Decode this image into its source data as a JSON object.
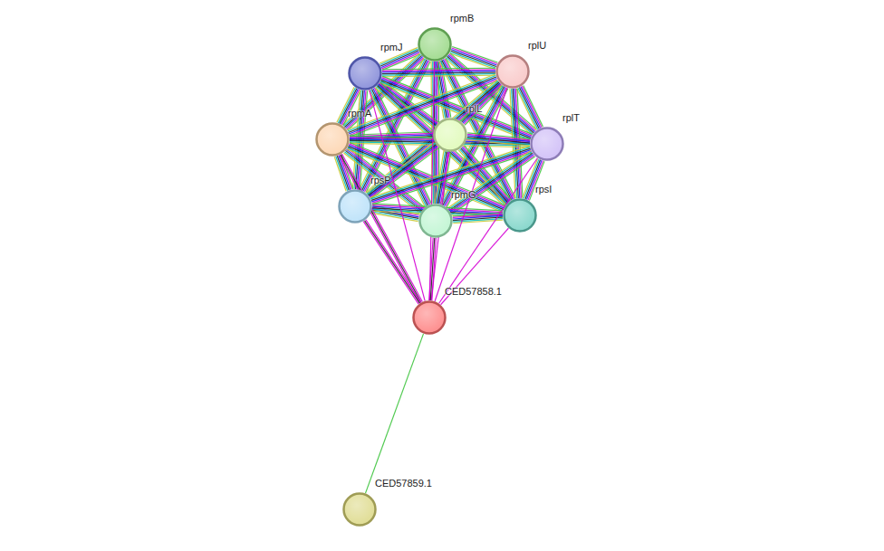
{
  "diagram": {
    "nodes": [
      {
        "text": [
          "rpmB"
        ]
      },
      {
        "text": [
          "rpmJ"
        ]
      },
      {
        "text": [
          "rplU"
        ]
      },
      {
        "text": [
          "rpmA"
        ]
      },
      {
        "text": [
          "rplL"
        ]
      },
      {
        "text": [
          "rplT"
        ]
      },
      {
        "text": [
          "rpsP"
        ]
      },
      {
        "text": [
          "rpmG"
        ]
      },
      {
        "text": [
          "rpsI"
        ]
      },
      {
        "text": [
          "CED57858.1"
        ]
      },
      {
        "text": [
          "CED57859.1"
        ]
      }
    ],
    "edges": [
      {
        "from": 0,
        "to": 1,
        "arrow": "none"
      },
      {
        "from": 0,
        "to": 2,
        "arrow": "none"
      },
      {
        "from": 0,
        "to": 3,
        "arrow": "none"
      },
      {
        "from": 0,
        "to": 4,
        "arrow": "none"
      },
      {
        "from": 0,
        "to": 5,
        "arrow": "none"
      },
      {
        "from": 0,
        "to": 6,
        "arrow": "none"
      },
      {
        "from": 0,
        "to": 7,
        "arrow": "none"
      },
      {
        "from": 0,
        "to": 8,
        "arrow": "none"
      },
      {
        "from": 1,
        "to": 2,
        "arrow": "none"
      },
      {
        "from": 1,
        "to": 3,
        "arrow": "none"
      },
      {
        "from": 1,
        "to": 4,
        "arrow": "none"
      },
      {
        "from": 1,
        "to": 5,
        "arrow": "none"
      },
      {
        "from": 1,
        "to": 6,
        "arrow": "none"
      },
      {
        "from": 1,
        "to": 7,
        "arrow": "none"
      },
      {
        "from": 1,
        "to": 8,
        "arrow": "none"
      },
      {
        "from": 2,
        "to": 3,
        "arrow": "none"
      },
      {
        "from": 2,
        "to": 4,
        "arrow": "none"
      },
      {
        "from": 2,
        "to": 5,
        "arrow": "none"
      },
      {
        "from": 2,
        "to": 6,
        "arrow": "none"
      },
      {
        "from": 2,
        "to": 7,
        "arrow": "none"
      },
      {
        "from": 2,
        "to": 8,
        "arrow": "none"
      },
      {
        "from": 3,
        "to": 4,
        "arrow": "none"
      },
      {
        "from": 3,
        "to": 5,
        "arrow": "none"
      },
      {
        "from": 3,
        "to": 6,
        "arrow": "none"
      },
      {
        "from": 3,
        "to": 7,
        "arrow": "none"
      },
      {
        "from": 3,
        "to": 8,
        "arrow": "none"
      },
      {
        "from": 4,
        "to": 5,
        "arrow": "none"
      },
      {
        "from": 4,
        "to": 6,
        "arrow": "none"
      },
      {
        "from": 4,
        "to": 7,
        "arrow": "none"
      },
      {
        "from": 4,
        "to": 8,
        "arrow": "none"
      },
      {
        "from": 5,
        "to": 6,
        "arrow": "none"
      },
      {
        "from": 5,
        "to": 7,
        "arrow": "none"
      },
      {
        "from": 5,
        "to": 8,
        "arrow": "none"
      },
      {
        "from": 6,
        "to": 7,
        "arrow": "none"
      },
      {
        "from": 6,
        "to": 8,
        "arrow": "none"
      },
      {
        "from": 7,
        "to": 8,
        "arrow": "none"
      },
      {
        "from": 9,
        "to": 0,
        "arrow": "none"
      },
      {
        "from": 9,
        "to": 1,
        "arrow": "none"
      },
      {
        "from": 9,
        "to": 2,
        "arrow": "none"
      },
      {
        "from": 9,
        "to": 3,
        "arrow": "none"
      },
      {
        "from": 9,
        "to": 4,
        "arrow": "none"
      },
      {
        "from": 9,
        "to": 5,
        "arrow": "none"
      },
      {
        "from": 9,
        "to": 6,
        "arrow": "none"
      },
      {
        "from": 9,
        "to": 7,
        "arrow": "none"
      },
      {
        "from": 9,
        "to": 8,
        "arrow": "none"
      },
      {
        "from": 9,
        "to": 10,
        "arrow": "none"
      }
    ]
  }
}
